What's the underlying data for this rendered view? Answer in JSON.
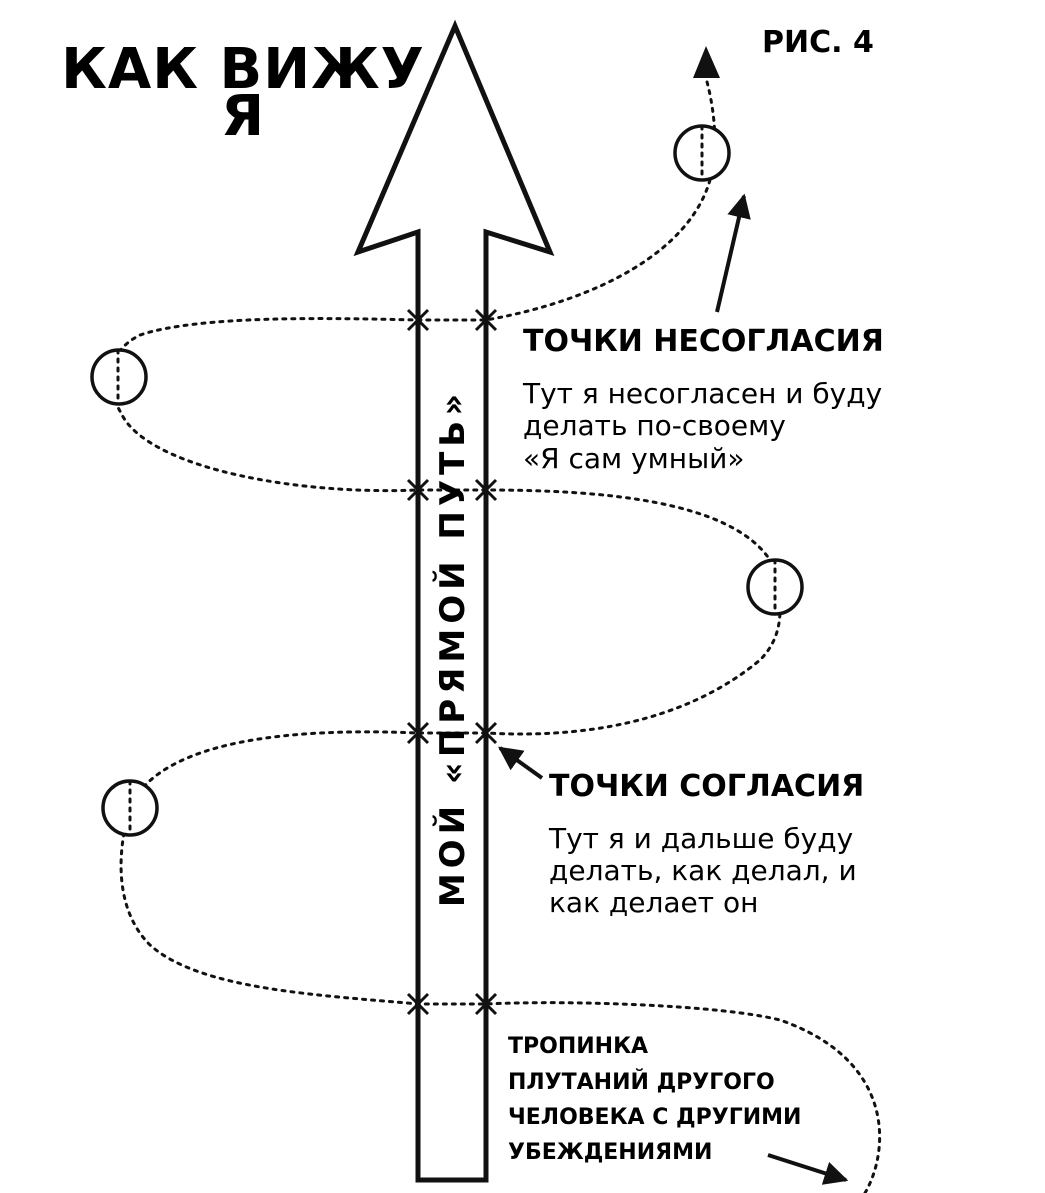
{
  "title_line1": "КАК ВИЖУ",
  "title_line2": "Я",
  "figure_label": "РИС. 4",
  "arrow_label": "МОЙ «ПРЯМОЙ ПУТЬ»",
  "disagreement": {
    "heading": "ТОЧКИ НЕСОГЛАСИЯ",
    "lines": [
      "Тут я несогласен и буду",
      "делать по-своему",
      "«Я сам умный»"
    ]
  },
  "agreement": {
    "heading": "ТОЧКИ СОГЛАСИЯ",
    "lines": [
      "Тут я и дальше буду",
      "делать, как делал, и",
      "как делает он"
    ]
  },
  "other_path": {
    "lines": [
      "ТРОПИНКА",
      "ПЛУТАНИЙ ДРУГОГО",
      "ЧЕЛОВЕКА С ДРУГИМИ",
      "УБЕЖДЕНИЯМИ"
    ]
  },
  "colors": {
    "ink": "#111111",
    "paper": "#ffffff"
  }
}
